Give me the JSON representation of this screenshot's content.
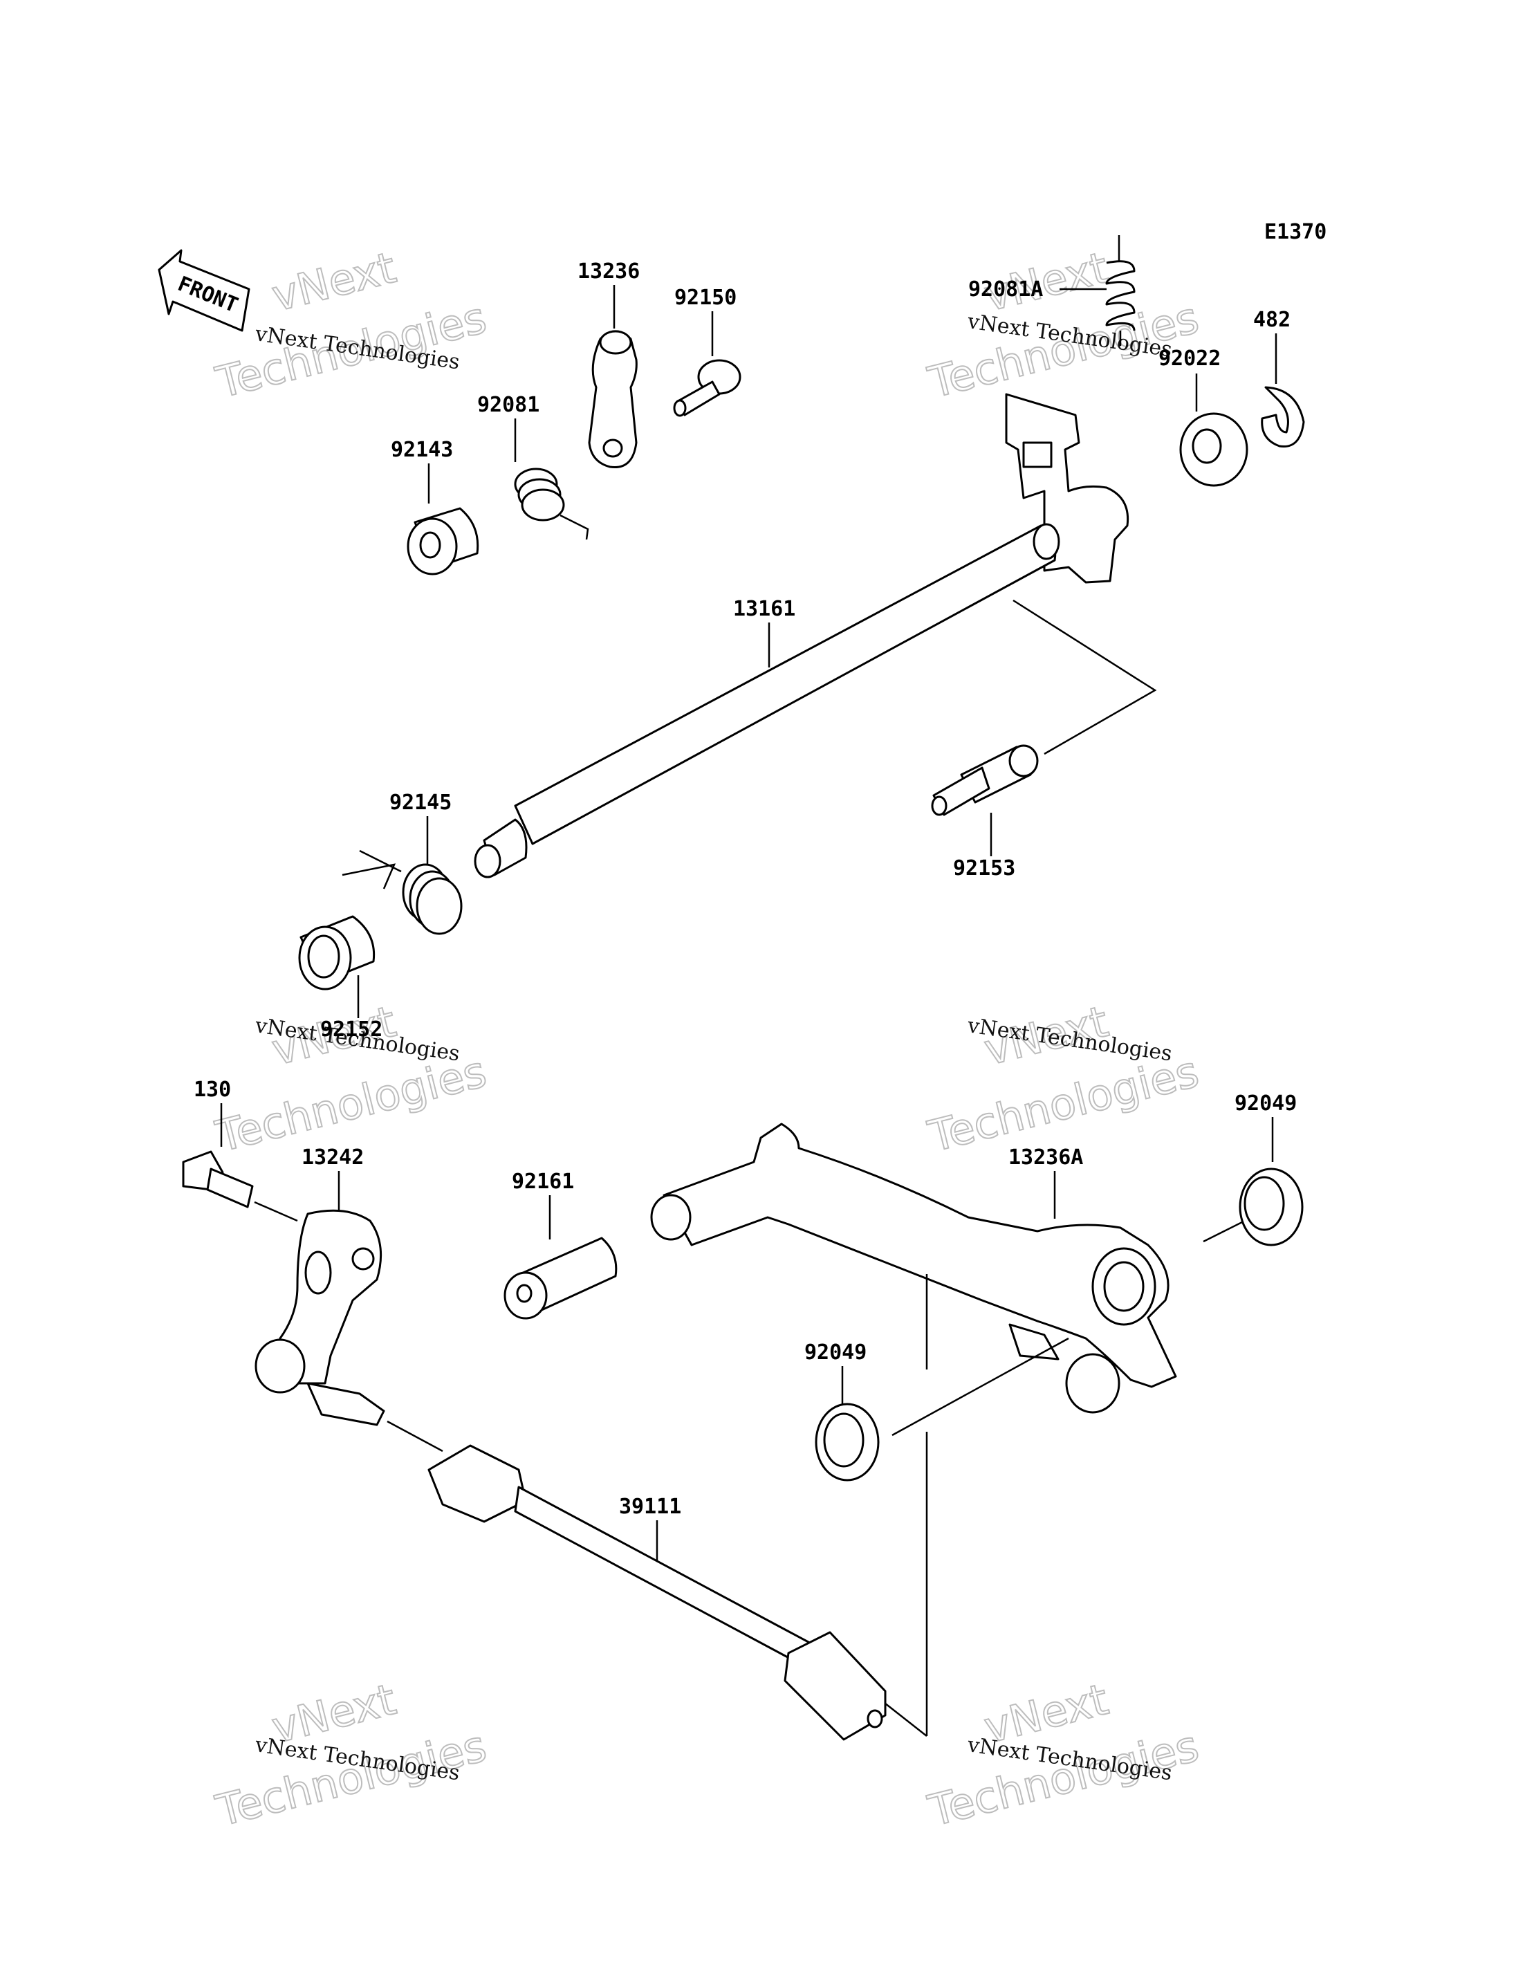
{
  "diagram_code": "E1370",
  "front_label": "FRONT",
  "watermark": {
    "line": "vNext Technologies",
    "big_top": "vNext",
    "big_bottom": "Technologies"
  },
  "parts": {
    "p13236": "13236",
    "p92150": "92150",
    "p92081A": "92081A",
    "p482": "482",
    "p92081": "92081",
    "p92022": "92022",
    "p92143": "92143",
    "p13161": "13161",
    "p92145": "92145",
    "p92153": "92153",
    "p92152": "92152",
    "p130": "130",
    "p13242": "13242",
    "p92161": "92161",
    "p13236A": "13236A",
    "p92049a": "92049",
    "p92049b": "92049",
    "p39111": "39111"
  }
}
